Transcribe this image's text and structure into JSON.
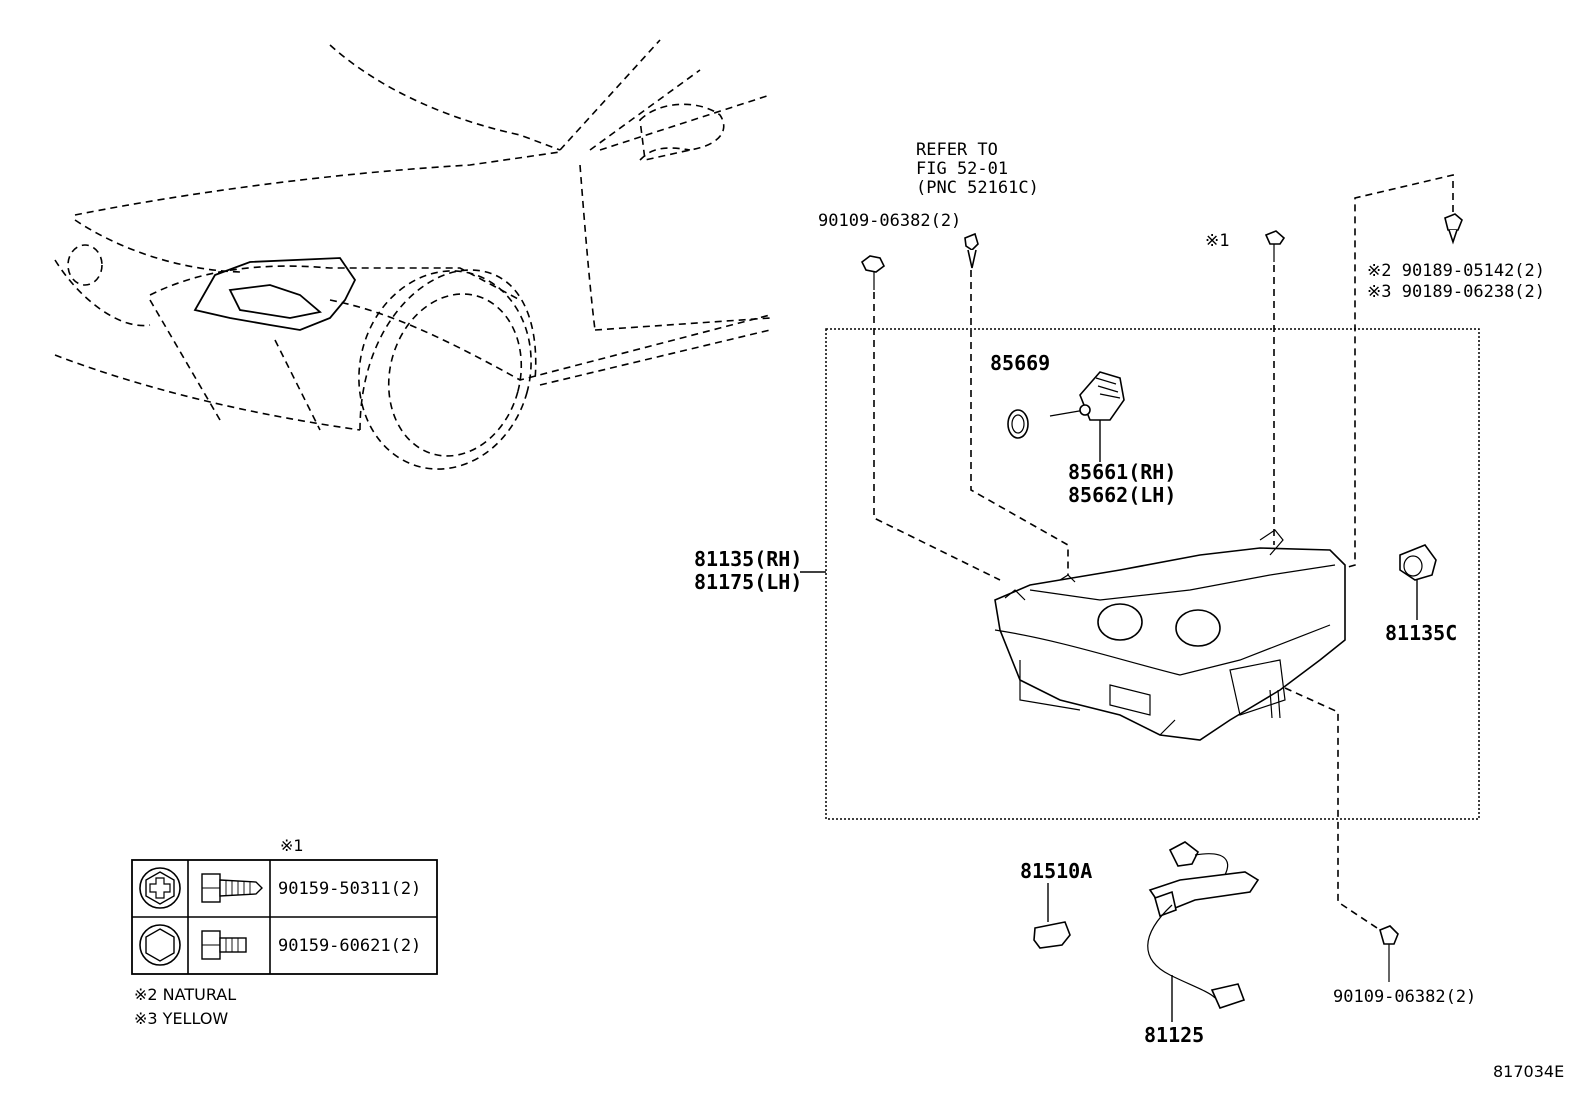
{
  "diagram_id": "817034E",
  "refer_note": {
    "line1": "REFER TO",
    "line2": "FIG 52-01",
    "line3": "(PNC 52161C)"
  },
  "parts": {
    "bolt_top_left": "90109-06382(2)",
    "note1_marker": "※1",
    "clip_note2": "※2 90189-05142(2)",
    "clip_note3": "※3 90189-06238(2)",
    "socket_gasket": "85669",
    "leveling_motor_rh": "85661(RH)",
    "leveling_motor_lh": "85662(LH)",
    "headlamp_rh": "81135(RH)",
    "headlamp_lh": "81175(LH)",
    "cap": "81135C",
    "bulb": "81510A",
    "wire": "81125",
    "bolt_bottom_right": "90109-06382(2)"
  },
  "legend": {
    "header": "※1",
    "rows": [
      {
        "part_no": "90159-50311(2)",
        "head": "phillips-flange-icon",
        "screw": "screw-long-icon"
      },
      {
        "part_no": "90159-60621(2)",
        "head": "hex-flange-icon",
        "screw": "screw-short-icon"
      }
    ],
    "note2": "※2 NATURAL",
    "note3": "※3 YELLOW"
  }
}
